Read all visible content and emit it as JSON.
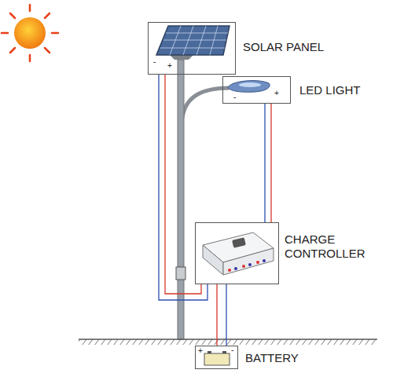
{
  "diagram": {
    "nodes": [
      {
        "text": [
          "SOLAR PANEL"
        ]
      },
      {
        "text": [
          "LED LIGHT"
        ]
      },
      {
        "text": [
          "CHARGE CONTROLLER"
        ]
      },
      {
        "text": [
          "BATTERY"
        ]
      }
    ],
    "edges": [
      {
        "from": 0,
        "to": 2,
        "arrow": "none"
      },
      {
        "from": 1,
        "to": 2,
        "arrow": "none"
      },
      {
        "from": 3,
        "to": 2,
        "arrow": "none"
      }
    ],
    "labels": [
      "-",
      "+",
      "-",
      "+",
      "+",
      "-"
    ]
  }
}
